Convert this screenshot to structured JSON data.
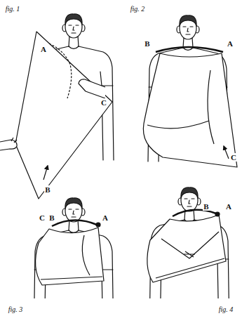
{
  "diagram": {
    "labels": [
      "fig. 1",
      "A",
      "C",
      "B",
      "fig. 2",
      "B",
      "A",
      "C",
      "C",
      "B",
      "A",
      "fig. 3",
      "B",
      "A",
      "fig. 4"
    ]
  }
}
